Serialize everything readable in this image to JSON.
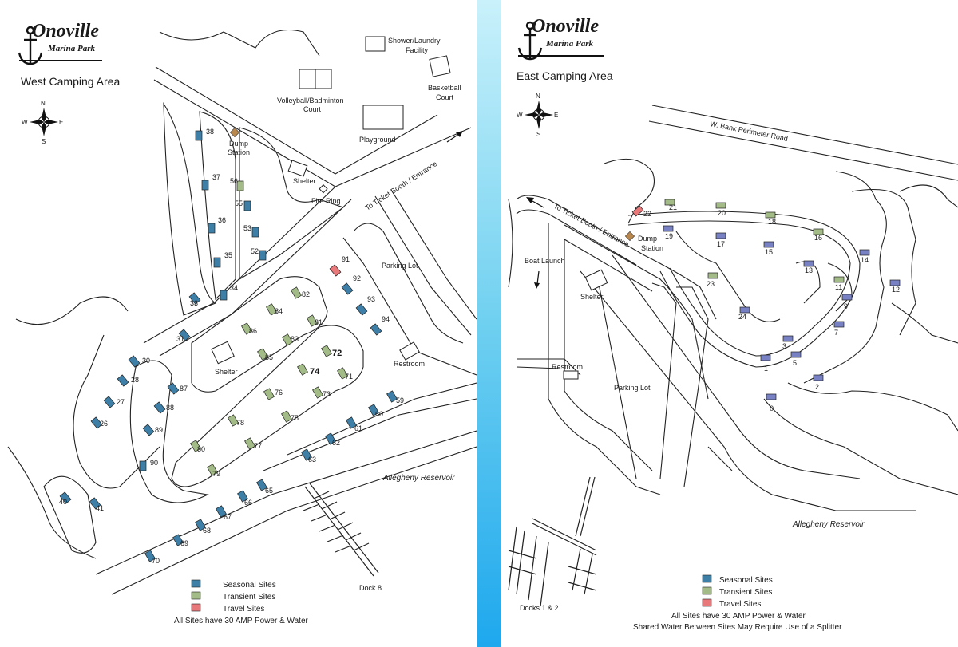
{
  "brand": {
    "name": "Onoville",
    "subtitle": "Marina Park"
  },
  "compass": {
    "n": "N",
    "s": "S",
    "e": "E",
    "w": "W"
  },
  "colors": {
    "seasonal": "#3d7fa6",
    "transient": "#a3bb86",
    "travel": "#e8787a",
    "dump": "#b8884e",
    "east_seasonal": "#7781c4",
    "divider_top": "#c9f1fb",
    "divider_bottom": "#1ea8ee"
  },
  "legend": {
    "seasonal": "Seasonal Sites",
    "transient": "Transient Sites",
    "travel": "Travel Sites",
    "note": "All Sites have 30 AMP Power & Water",
    "note2": "Shared Water Between Sites May Require Use of a Splitter"
  },
  "west": {
    "title": "West Camping Area",
    "labels": {
      "shower": "Shower/Laundry",
      "shower2": "Facility",
      "basketball": "Basketball",
      "basketball2": "Court",
      "volleyball": "Volleyball/Badminton",
      "volleyball2": "Court",
      "playground": "Playground",
      "dump": "Dump",
      "dump2": "Station",
      "shelter_top": "Shelter",
      "fire_ring": "Fire Ring",
      "shelter_mid": "Shelter",
      "parking": "Parking Lot",
      "restroom": "Restroom",
      "entrance": "To Ticket Booth / Entrance",
      "reservoir": "Allegheny Reservoir",
      "dock": "Dock 8"
    },
    "sites": [
      {
        "n": "38",
        "t": "seasonal"
      },
      {
        "n": "37",
        "t": "seasonal"
      },
      {
        "n": "36",
        "t": "seasonal"
      },
      {
        "n": "35",
        "t": "seasonal"
      },
      {
        "n": "34",
        "t": "seasonal"
      },
      {
        "n": "33",
        "t": "seasonal"
      },
      {
        "n": "31",
        "t": "seasonal"
      },
      {
        "n": "30",
        "t": "seasonal"
      },
      {
        "n": "28",
        "t": "seasonal"
      },
      {
        "n": "27",
        "t": "seasonal"
      },
      {
        "n": "26",
        "t": "seasonal"
      },
      {
        "n": "40",
        "t": "seasonal"
      },
      {
        "n": "41",
        "t": "seasonal"
      },
      {
        "n": "56",
        "t": "transient"
      },
      {
        "n": "55",
        "t": "seasonal"
      },
      {
        "n": "53",
        "t": "seasonal"
      },
      {
        "n": "52",
        "t": "seasonal"
      },
      {
        "n": "91",
        "t": "travel"
      },
      {
        "n": "92",
        "t": "seasonal"
      },
      {
        "n": "93",
        "t": "seasonal"
      },
      {
        "n": "94",
        "t": "seasonal"
      },
      {
        "n": "82",
        "t": "transient"
      },
      {
        "n": "84",
        "t": "transient"
      },
      {
        "n": "81",
        "t": "transient"
      },
      {
        "n": "86",
        "t": "transient"
      },
      {
        "n": "83",
        "t": "transient"
      },
      {
        "n": "85",
        "t": "transient"
      },
      {
        "n": "72",
        "t": "transient"
      },
      {
        "n": "74",
        "t": "transient"
      },
      {
        "n": "71",
        "t": "transient"
      },
      {
        "n": "76",
        "t": "transient"
      },
      {
        "n": "73",
        "t": "transient"
      },
      {
        "n": "75",
        "t": "transient"
      },
      {
        "n": "78",
        "t": "transient"
      },
      {
        "n": "77",
        "t": "transient"
      },
      {
        "n": "80",
        "t": "transient"
      },
      {
        "n": "79",
        "t": "transient"
      },
      {
        "n": "87",
        "t": "seasonal"
      },
      {
        "n": "88",
        "t": "seasonal"
      },
      {
        "n": "89",
        "t": "seasonal"
      },
      {
        "n": "90",
        "t": "seasonal"
      },
      {
        "n": "59",
        "t": "seasonal"
      },
      {
        "n": "60",
        "t": "seasonal"
      },
      {
        "n": "61",
        "t": "seasonal"
      },
      {
        "n": "62",
        "t": "seasonal"
      },
      {
        "n": "63",
        "t": "seasonal"
      },
      {
        "n": "65",
        "t": "seasonal"
      },
      {
        "n": "66",
        "t": "seasonal"
      },
      {
        "n": "67",
        "t": "seasonal"
      },
      {
        "n": "68",
        "t": "seasonal"
      },
      {
        "n": "69",
        "t": "seasonal"
      },
      {
        "n": "70",
        "t": "seasonal"
      }
    ]
  },
  "east": {
    "title": "East Camping Area",
    "labels": {
      "road": "W. Bank Perimeter Road",
      "entrance": "To Ticket Booth / Entrance",
      "dump": "Dump",
      "dump2": "Station",
      "boat_launch": "Boat Launch",
      "shelter": "Shelter",
      "restroom": "Restroom",
      "parking": "Parking Lot",
      "reservoir": "Allegheny Reservoir",
      "docks": "Docks 1 & 2"
    },
    "sites": [
      {
        "n": "22",
        "t": "travel"
      },
      {
        "n": "21",
        "t": "transient"
      },
      {
        "n": "20",
        "t": "transient"
      },
      {
        "n": "18",
        "t": "transient"
      },
      {
        "n": "16",
        "t": "transient"
      },
      {
        "n": "19",
        "t": "seasonal"
      },
      {
        "n": "17",
        "t": "seasonal"
      },
      {
        "n": "15",
        "t": "seasonal"
      },
      {
        "n": "14",
        "t": "seasonal"
      },
      {
        "n": "13",
        "t": "seasonal"
      },
      {
        "n": "23",
        "t": "transient"
      },
      {
        "n": "11",
        "t": "transient"
      },
      {
        "n": "12",
        "t": "seasonal"
      },
      {
        "n": "9",
        "t": "seasonal"
      },
      {
        "n": "24",
        "t": "seasonal"
      },
      {
        "n": "7",
        "t": "seasonal"
      },
      {
        "n": "3",
        "t": "seasonal"
      },
      {
        "n": "1",
        "t": "seasonal"
      },
      {
        "n": "5",
        "t": "seasonal"
      },
      {
        "n": "2",
        "t": "seasonal"
      },
      {
        "n": "0",
        "t": "seasonal"
      }
    ]
  }
}
